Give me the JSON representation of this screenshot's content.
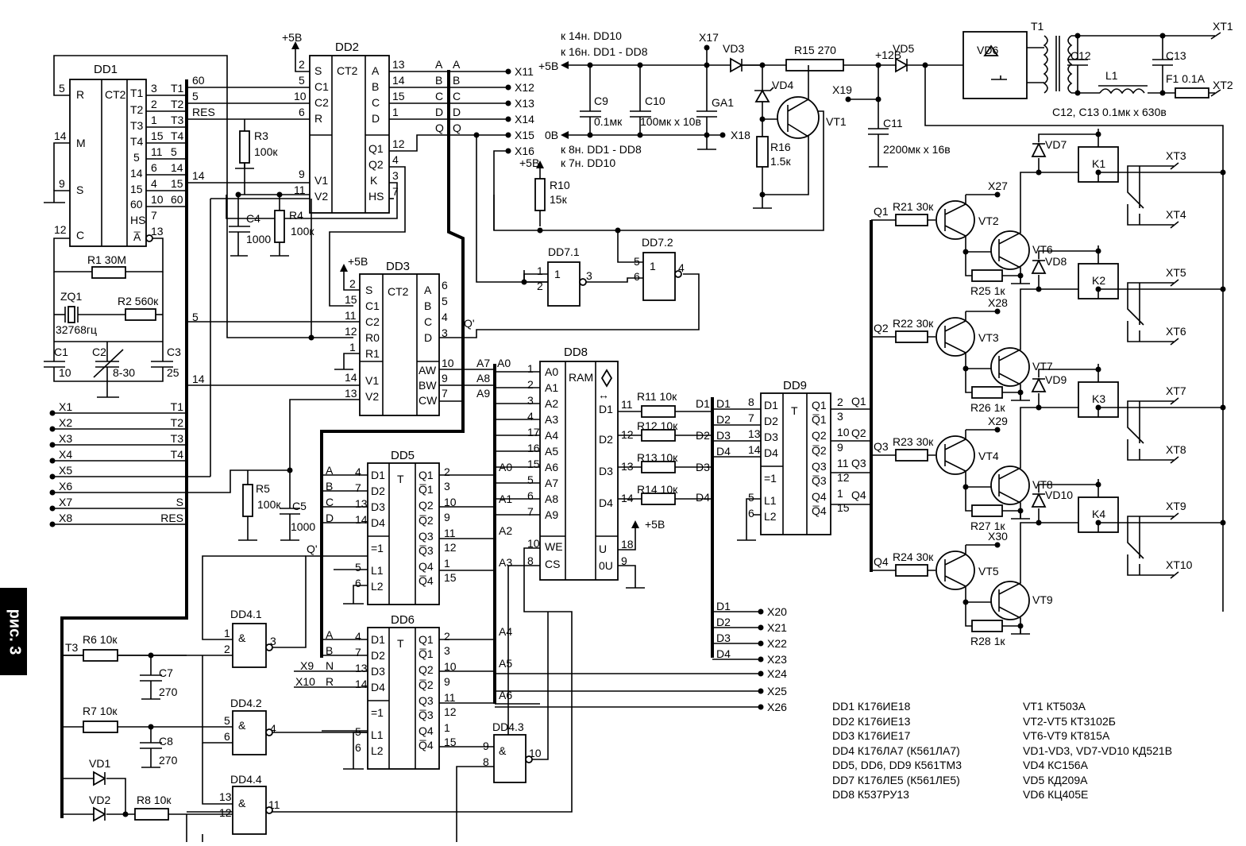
{
  "figure_label": "рис. 3",
  "chips": {
    "dd1": {
      "name": "DD1",
      "type": "CT2",
      "left": [
        "R",
        "M",
        "S",
        "C"
      ],
      "leftpins": [
        "5",
        "14",
        "9",
        "12"
      ],
      "right": [
        "T1",
        "T2",
        "T3",
        "T4",
        "5",
        "14",
        "15",
        "60",
        "HS",
        "A̅"
      ],
      "rightpins": [
        "3",
        "2",
        "1",
        "15",
        "11",
        "6",
        "4",
        "10",
        "7",
        "13"
      ]
    },
    "dd2": {
      "name": "DD2",
      "type": "CT2",
      "left": [
        "S",
        "C1",
        "C2",
        "R",
        "V1",
        "V2"
      ],
      "leftpins": [
        "2",
        "5",
        "10",
        "6",
        "9",
        "11"
      ],
      "right": [
        "A",
        "B",
        "C",
        "D",
        "Q1",
        "Q2",
        "K",
        "HS"
      ],
      "rightpins": [
        "13",
        "14",
        "15",
        "1",
        "12",
        "4",
        "3",
        "7"
      ]
    },
    "dd3": {
      "name": "DD3",
      "type": "CT2",
      "left": [
        "S",
        "C1",
        "C2",
        "R0",
        "R1",
        "V1",
        "V2"
      ],
      "leftpins": [
        "2",
        "15",
        "11",
        "12",
        "1",
        "14",
        "13"
      ],
      "right": [
        "A",
        "B",
        "C",
        "D",
        "AW",
        "BW",
        "CW"
      ],
      "rightpins": [
        "6",
        "5",
        "4",
        "3",
        "10",
        "9",
        "7"
      ]
    },
    "dd5": {
      "name": "DD5",
      "type": "T",
      "left": [
        "D1",
        "D2",
        "D3",
        "D4",
        "=1",
        "L1",
        "L2"
      ],
      "leftpins": [
        "4",
        "7",
        "13",
        "14",
        "",
        "5",
        "6"
      ],
      "right": [
        "Q1",
        "Q̅1",
        "Q2",
        "Q̅2",
        "Q3",
        "Q̅3",
        "Q4",
        "Q̅4"
      ],
      "rightpins": [
        "2",
        "3",
        "10",
        "9",
        "11",
        "12",
        "1",
        "15"
      ],
      "inputs": [
        "A",
        "B",
        "C",
        "D"
      ],
      "outputs": [
        "A0",
        "A1",
        "A2",
        "A3"
      ]
    },
    "dd6": {
      "name": "DD6",
      "type": "T",
      "left": [
        "D1",
        "D2",
        "D3",
        "D4",
        "=1",
        "L1",
        "L2"
      ],
      "leftpins": [
        "4",
        "7",
        "13",
        "14",
        "",
        "5",
        "6"
      ],
      "right": [
        "Q1",
        "Q̅1",
        "Q2",
        "Q̅2",
        "Q3",
        "Q̅3",
        "Q4",
        "Q̅4"
      ],
      "rightpins": [
        "2",
        "3",
        "10",
        "9",
        "11",
        "12",
        "1",
        "15"
      ],
      "inputs": [
        "A",
        "B",
        "N",
        "R"
      ],
      "outputs": [
        "A4",
        "A5",
        "A6"
      ]
    },
    "dd8": {
      "name": "DD8",
      "type": "RAM",
      "left": [
        "A0",
        "A1",
        "A2",
        "A3",
        "A4",
        "A5",
        "A6",
        "A7",
        "A8",
        "A9",
        "WE",
        "CS"
      ],
      "leftpins": [
        "1",
        "2",
        "3",
        "4",
        "17",
        "16",
        "15",
        "5",
        "6",
        "7",
        "10",
        "8"
      ],
      "right": [
        "D1",
        "D2",
        "D3",
        "D4",
        "U",
        "0U"
      ],
      "rightpins": [
        "11",
        "12",
        "13",
        "14",
        "18",
        "9"
      ],
      "arrow": "↔"
    },
    "dd9": {
      "name": "DD9",
      "type": "T",
      "left": [
        "D1",
        "D2",
        "D3",
        "D4",
        "=1",
        "L1",
        "L2"
      ],
      "leftpins": [
        "8",
        "7",
        "13",
        "14",
        "",
        "5",
        "6"
      ],
      "right": [
        "Q1",
        "Q̅1",
        "Q2",
        "Q̅2",
        "Q3",
        "Q̅3",
        "Q4",
        "Q̅4"
      ],
      "rightpins": [
        "2",
        "3",
        "10",
        "9",
        "11",
        "12",
        "1",
        "15"
      ]
    },
    "dd71": {
      "name": "DD7.1",
      "sym": "1",
      "pins": [
        "1",
        "2",
        "3"
      ]
    },
    "dd72": {
      "name": "DD7.2",
      "sym": "1",
      "pins": [
        "5",
        "6",
        "4"
      ]
    },
    "dd41": {
      "name": "DD4.1",
      "sym": "&",
      "pins": [
        "1",
        "2",
        "3"
      ]
    },
    "dd42": {
      "name": "DD4.2",
      "sym": "&",
      "pins": [
        "5",
        "6",
        "4"
      ]
    },
    "dd43": {
      "name": "DD4.3",
      "sym": "&",
      "pins": [
        "9",
        "8",
        "10"
      ]
    },
    "dd44": {
      "name": "DD4.4",
      "sym": "&",
      "pins": [
        "13",
        "12",
        "11"
      ]
    }
  },
  "inputs_left": {
    "x": [
      "X1",
      "X2",
      "X3",
      "X4",
      "X5",
      "X6",
      "X7",
      "X8"
    ],
    "sig": [
      "T1",
      "T2",
      "T3",
      "T4",
      "",
      "",
      "S",
      "RES"
    ]
  },
  "labels": {
    "plus5v": "+5В",
    "plus12v": "+12В",
    "zero": "0В",
    "k14": "к 14н. DD10",
    "k16": "к 16н. DD1 - DD8",
    "k8": "к 8н. DD1 - DD8",
    "k7": "к 7н. DD10",
    "x11": "X11",
    "x12": "X12",
    "x13": "X13",
    "x14": "X14",
    "x15": "X15",
    "x16": "X16",
    "x17": "X17",
    "x18": "X18",
    "x19": "X19",
    "x9": "X9",
    "x10": "X10",
    "x20": "X20",
    "x21": "X21",
    "x22": "X22",
    "x23": "X23",
    "x24": "X24",
    "x25": "X25",
    "x26": "X26",
    "x27": "X27",
    "x28": "X28",
    "x29": "X29",
    "x30": "X30",
    "xt1": "XT1",
    "xt2": "XT2",
    "xt3": "XT3",
    "xt4": "XT4",
    "xt5": "XT5",
    "xt6": "XT6",
    "xt7": "XT7",
    "xt8": "XT8",
    "xt9": "XT9",
    "xt10": "XT10",
    "r1": "R1 30М",
    "r2": "R2 560к",
    "r3": "R3",
    "r3v": "100к",
    "r4": "R4",
    "r4v": "100к",
    "r5": "R5",
    "r5v": "100к",
    "r6": "R6 10к",
    "r7": "R7 10к",
    "r8": "R8 10к",
    "r10": "R10",
    "r10v": "15к",
    "r11": "R11 10к",
    "r12": "R12 10к",
    "r13": "R13 10к",
    "r14": "R14 10к",
    "r15": "R15 270",
    "r16": "R16",
    "r16v": "1.5к",
    "r21": "R21 30к",
    "r22": "R22 30к",
    "r23": "R23 30к",
    "r24": "R24 30к",
    "r25": "R25 1к",
    "r26": "R26 1к",
    "r27": "R27 1к",
    "r28": "R28 1к",
    "c1": "C1",
    "c1v": "10",
    "c2": "C2",
    "c2v": "8-30",
    "c3": "C3",
    "c3v": "25",
    "c4": "C4",
    "c4v": "1000",
    "c5": "C5",
    "c5v": "1000",
    "c7": "C7",
    "c7v": "270",
    "c8": "C8",
    "c8v": "270",
    "c9": "C9",
    "c9v": "0.1мк",
    "c10": "C10",
    "c10v": "100мк х 10в",
    "c11": "C11",
    "c11v": "2200мк х 16в",
    "c12": "C12",
    "c13": "C13",
    "c1213": "C12, C13  0.1мк х 630в",
    "l1": "L1",
    "f1": "F1 0.1A",
    "t1": "T1",
    "ga1": "GA1",
    "zq1": "ZQ1",
    "zq1v": "32768гц",
    "vd1": "VD1",
    "vd2": "VD2",
    "vd3": "VD3",
    "vd4": "VD4",
    "vd5": "VD5",
    "vd6": "VD6",
    "vd7": "VD7",
    "vd8": "VD8",
    "vd9": "VD9",
    "vd10": "VD10",
    "vt1": "VT1",
    "vt2": "VT2",
    "vt3": "VT3",
    "vt4": "VT4",
    "vt5": "VT5",
    "vt6": "VT6",
    "vt7": "VT7",
    "vt8": "VT8",
    "vt9": "VT9",
    "k1": "K1",
    "k2": "K2",
    "k3": "K3",
    "k4": "K4",
    "q1": "Q1",
    "q2": "Q2",
    "q3": "Q3",
    "q4": "Q4",
    "qp": "Q'",
    "d1": "D1",
    "d2": "D2",
    "d3": "D3",
    "d4": "D4",
    "n60": "60",
    "n5": "5",
    "res": "RES",
    "n14": "14",
    "a": "A",
    "b": "B",
    "c": "C",
    "d": "D",
    "q": "Q",
    "a7": "A7",
    "a8": "A8",
    "a9": "A9",
    "a0": "A0",
    "a1": "A1",
    "a2": "A2",
    "a3": "A3",
    "a4": "A4",
    "a5": "A5",
    "a6": "A6",
    "n": "N",
    "r": "R"
  },
  "legend_chips": [
    "DD1 К176ИЕ18",
    "DD2 К176ИЕ13",
    "DD3 К176ИЕ17",
    "DD4 К176ЛА7 (К561ЛА7)",
    "DD5, DD6, DD9 К561ТМ3",
    "DD7 К176ЛЕ5 (К561ЛЕ5)",
    "DD8 К537РУ13"
  ],
  "legend_semis": [
    "VT1 КТ503А",
    "VT2-VT5 КТ3102Б",
    "VT6-VT9 КТ815А",
    "VD1-VD3, VD7-VD10 КД521В",
    "VD4 КС156А",
    "VD5 КД209А",
    "VD6 КЦ405Е"
  ]
}
